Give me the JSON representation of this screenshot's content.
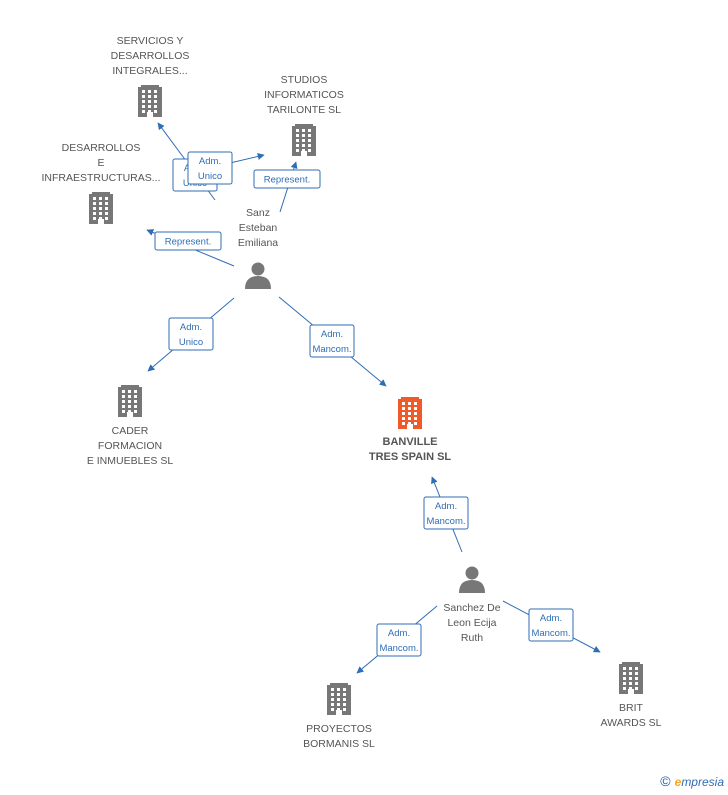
{
  "colors": {
    "accent": "#2f6db5",
    "building": "#777777",
    "focus_building": "#f05a28",
    "person": "#777777",
    "text": "#555555"
  },
  "nodes": [
    {
      "id": "servicios",
      "type": "company",
      "lines": [
        "SERVICIOS Y",
        "DESARROLLOS",
        "INTEGRALES..."
      ],
      "focus": false
    },
    {
      "id": "studios",
      "type": "company",
      "lines": [
        "STUDIOS",
        "INFORMATICOS",
        "TARILONTE SL"
      ],
      "focus": false
    },
    {
      "id": "desarrollos",
      "type": "company",
      "lines": [
        "DESARROLLOS",
        "E",
        "INFRAESTRUCTURAS..."
      ],
      "focus": false
    },
    {
      "id": "sanz",
      "type": "person",
      "lines": [
        "Sanz",
        "Esteban",
        "Emiliana"
      ],
      "focus": false
    },
    {
      "id": "cader",
      "type": "company",
      "lines": [
        "CADER",
        "FORMACION",
        "E INMUEBLES SL"
      ],
      "focus": false
    },
    {
      "id": "banville",
      "type": "company",
      "lines": [
        "BANVILLE",
        "TRES SPAIN SL"
      ],
      "focus": true
    },
    {
      "id": "sanchez",
      "type": "person",
      "lines": [
        "Sanchez De",
        "Leon Ecija",
        "Ruth"
      ],
      "focus": false
    },
    {
      "id": "proyectos",
      "type": "company",
      "lines": [
        "PROYECTOS",
        "BORMANIS SL"
      ],
      "focus": false
    },
    {
      "id": "brit",
      "type": "company",
      "lines": [
        "BRIT",
        "AWARDS SL"
      ],
      "focus": false
    }
  ],
  "edges": [
    {
      "from": "sanz",
      "to": "servicios",
      "lines": [
        "Adm.",
        "Unico"
      ]
    },
    {
      "from": "sanz",
      "to": "studios",
      "lines": [
        "Adm.",
        "Unico"
      ]
    },
    {
      "from": "sanz",
      "to": "studios",
      "lines": [
        "Represent."
      ]
    },
    {
      "from": "sanz",
      "to": "desarrollos",
      "lines": [
        "Represent."
      ]
    },
    {
      "from": "sanz",
      "to": "cader",
      "lines": [
        "Adm.",
        "Unico"
      ]
    },
    {
      "from": "sanz",
      "to": "banville",
      "lines": [
        "Adm.",
        "Mancom."
      ]
    },
    {
      "from": "sanchez",
      "to": "banville",
      "lines": [
        "Adm.",
        "Mancom."
      ]
    },
    {
      "from": "sanchez",
      "to": "proyectos",
      "lines": [
        "Adm.",
        "Mancom."
      ]
    },
    {
      "from": "sanchez",
      "to": "brit",
      "lines": [
        "Adm.",
        "Mancom."
      ]
    }
  ],
  "brand": {
    "copyright": "©",
    "initial": "e",
    "rest": "mpresia"
  }
}
